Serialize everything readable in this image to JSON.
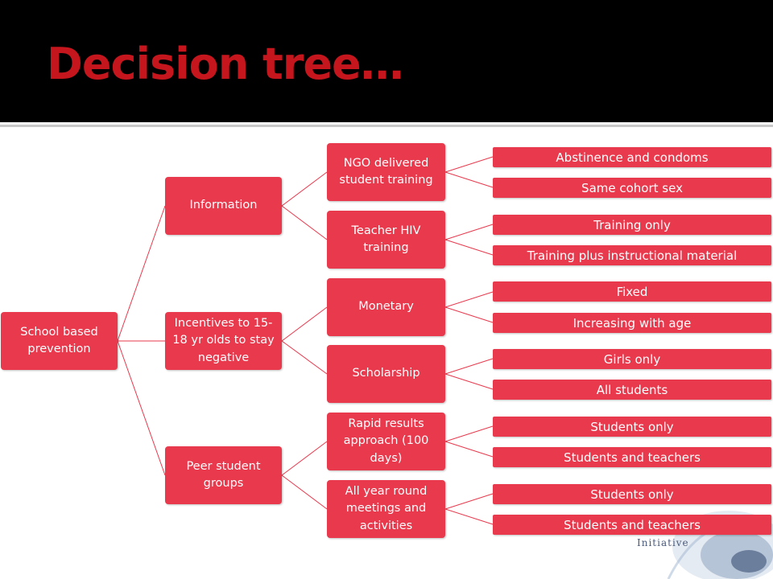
{
  "title": "Decision tree…",
  "tree": {
    "root": "School based prevention",
    "level1": [
      {
        "label": "Information"
      },
      {
        "label": "Incentives to 15-18 yr olds to stay negative"
      },
      {
        "label": "Peer student groups"
      }
    ],
    "level2": [
      {
        "label": "NGO delivered student training"
      },
      {
        "label": "Teacher HIV training"
      },
      {
        "label": "Monetary"
      },
      {
        "label": "Scholarship"
      },
      {
        "label": "Rapid results approach (100 days)"
      },
      {
        "label": "All year round meetings and activities"
      }
    ],
    "leaves": [
      "Abstinence and condoms",
      "Same cohort sex",
      "Training only",
      "Training plus instructional material",
      "Fixed",
      "Increasing with age",
      "Girls only",
      "All students",
      "Students only",
      "Students and teachers",
      "Students only",
      "Students and teachers"
    ]
  },
  "logo": {
    "word": "Initiative"
  },
  "colors": {
    "node": "#e8394d",
    "title": "#c4161c",
    "header": "#000000"
  }
}
